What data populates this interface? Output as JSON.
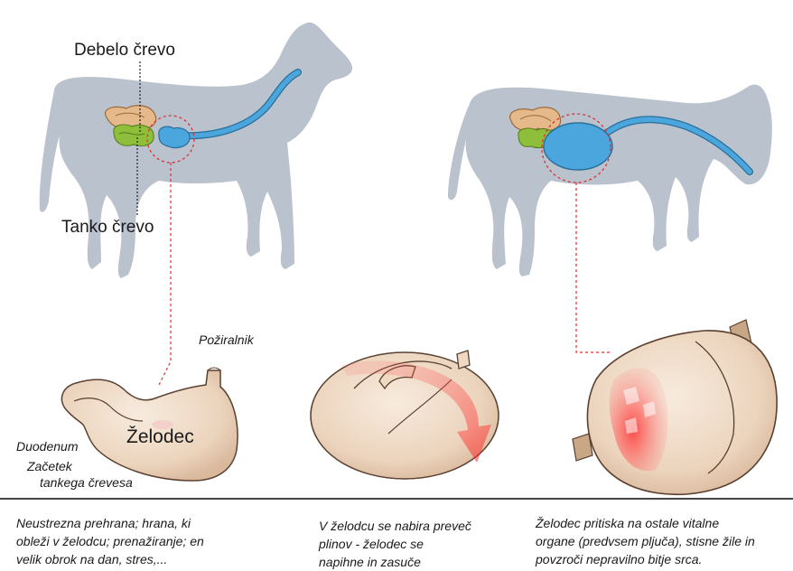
{
  "labels": {
    "large_intestine": "Debelo črevo",
    "small_intestine": "Tanko črevo",
    "esophagus": "Požiralnik",
    "stomach": "Želodec",
    "duodenum": "Duodenum",
    "start_small_intestine_1": "Začetek",
    "start_small_intestine_2": "tankega črevesa"
  },
  "captions": {
    "left": [
      "Neustrezna prehrana; hrana, ki",
      "obleži v želodcu; prenažiranje; en",
      "velik obrok na dan, stres,..."
    ],
    "middle": [
      "V želodcu se nabira preveč",
      "plinov - želodec se",
      "napihne in zasuče"
    ],
    "right": [
      "Želodec pritiska na ostale vitalne",
      "organe (predvsem pljuča), stisne žile in",
      "povzroči nepravilno bitje srca."
    ]
  },
  "colors": {
    "dog_silhouette": "#b9c2cd",
    "esophagus_blue": "#4aa6dc",
    "stomach_tissue": "#efd9c3",
    "colon": "#e6b98a",
    "small_intestine_green": "#8fbf3a",
    "highlight_circle": "#e03030"
  }
}
